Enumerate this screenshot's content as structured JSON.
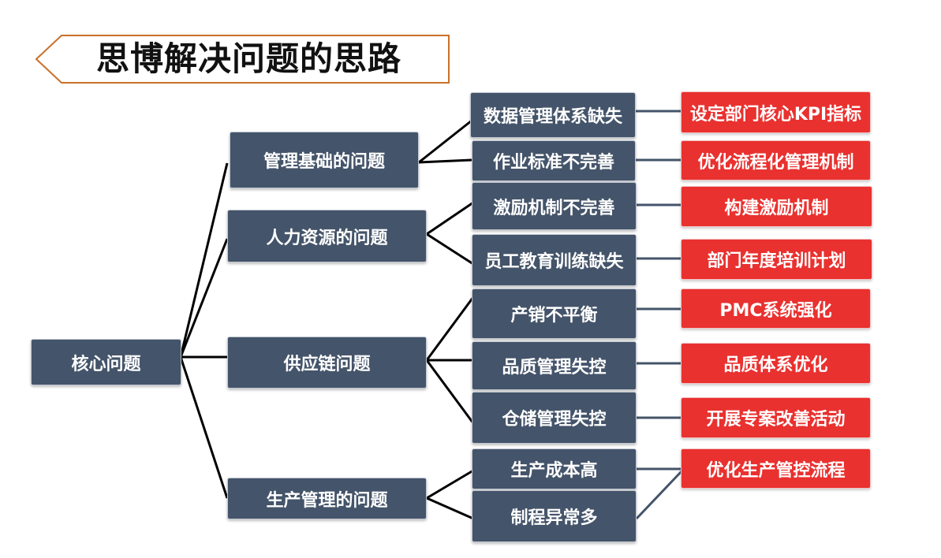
{
  "title": "思博解决问题的思路",
  "colors": {
    "node_dark": "#44546a",
    "node_red": "#e9312f",
    "banner_border": "#c9702a",
    "line_dark": "#000000",
    "line_gray": "#44546a"
  },
  "root": "核心问题",
  "categories": [
    "管理基础的问题",
    "人力资源的问题",
    "供应链问题",
    "生产管理的问题"
  ],
  "issues": [
    "数据管理体系缺失",
    "作业标准不完善",
    "激励机制不完善",
    "员工教育训练缺失",
    "产销不平衡",
    "品质管理失控",
    "仓储管理失控",
    "生产成本高",
    "制程异常多"
  ],
  "solutions": [
    "设定部门核心KPI指标",
    "优化流程化管理机制",
    "构建激励机制",
    "部门年度培训计划",
    "PMC系统强化",
    "品质体系优化",
    "开展专案改善活动",
    "优化生产管控流程"
  ]
}
